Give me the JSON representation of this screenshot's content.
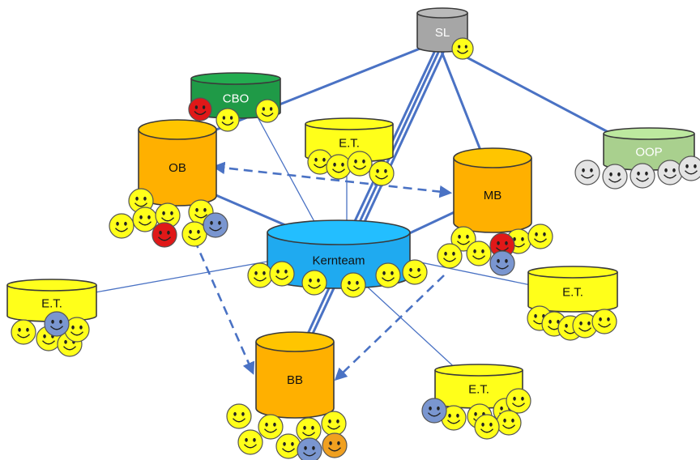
{
  "colors": {
    "edge": "#4a72c4",
    "yellow_face": "#ffff1a",
    "red_face": "#e01818",
    "blue_face": "#7a96d0",
    "orange_face": "#f0a020",
    "gray_face": "#e4e4e4"
  },
  "nodes": {
    "sl": {
      "label": "SL",
      "fill": "#a6a6a6"
    },
    "cbo": {
      "label": "CBO",
      "fill": "#1f9a47"
    },
    "oop": {
      "label": "OOP",
      "fill": "#a9d08e"
    },
    "ob": {
      "label": "OB",
      "fill": "#ffb000"
    },
    "mb": {
      "label": "MB",
      "fill": "#ffb000"
    },
    "bb": {
      "label": "BB",
      "fill": "#ffb000"
    },
    "kern": {
      "label": "Kernteam",
      "fill": "#1faaf0"
    },
    "et_top": {
      "label": "E.T.",
      "fill": "#ffff1a"
    },
    "et_left": {
      "label": "E.T.",
      "fill": "#ffff1a"
    },
    "et_right": {
      "label": "E.T.",
      "fill": "#ffff1a"
    },
    "et_bottom": {
      "label": "E.T.",
      "fill": "#ffff1a"
    }
  },
  "connections": [
    {
      "from": "sl",
      "to": "ob",
      "style": "solid"
    },
    {
      "from": "sl",
      "to": "kern",
      "style": "solid"
    },
    {
      "from": "sl",
      "to": "mb",
      "style": "solid"
    },
    {
      "from": "sl",
      "to": "oop",
      "style": "solid"
    },
    {
      "from": "sl",
      "to": "bb",
      "style": "solid"
    },
    {
      "from": "kern",
      "to": "ob",
      "style": "solid"
    },
    {
      "from": "kern",
      "to": "mb",
      "style": "solid"
    },
    {
      "from": "kern",
      "to": "cbo",
      "style": "thin"
    },
    {
      "from": "kern",
      "to": "et_top",
      "style": "thin"
    },
    {
      "from": "kern",
      "to": "et_left",
      "style": "thin"
    },
    {
      "from": "kern",
      "to": "et_right",
      "style": "thin"
    },
    {
      "from": "kern",
      "to": "et_bottom",
      "style": "thin"
    },
    {
      "from": "ob",
      "to": "mb",
      "style": "dashed-double-arrow"
    },
    {
      "from": "ob",
      "to": "bb",
      "style": "dashed-arrow"
    },
    {
      "from": "mb",
      "to": "bb",
      "style": "dashed-arrow"
    }
  ]
}
